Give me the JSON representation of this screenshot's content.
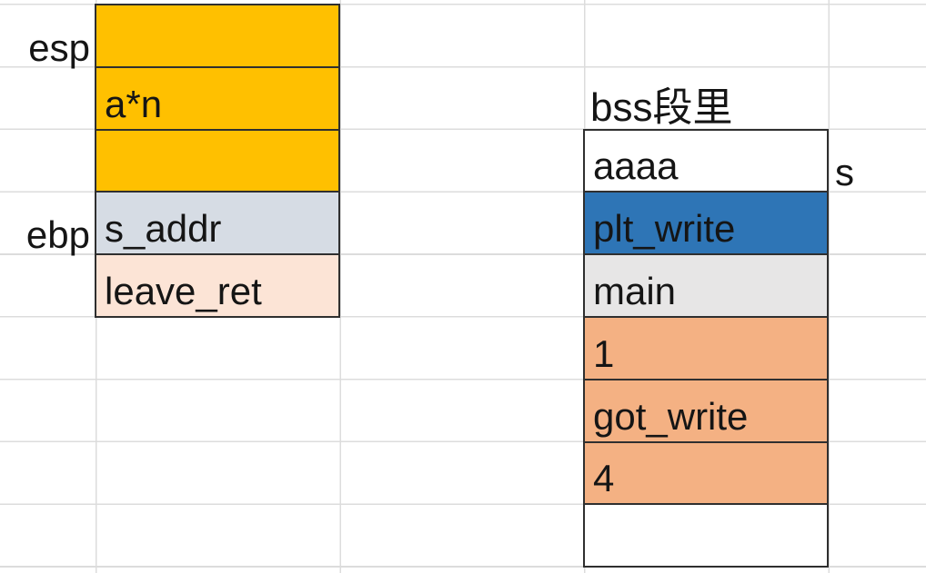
{
  "colors": {
    "gold": "#FFC000",
    "blue_gray": "#D6DCE4",
    "peach": "#FCE4D6",
    "blue": "#2E75B6",
    "light_gray": "#E7E6E6",
    "salmon": "#F4B183",
    "white": "#FFFFFF",
    "gridline": "#DCDCDC",
    "cell_border": "#2F2F2F"
  },
  "left_stack": {
    "register_labels": [
      {
        "text": "esp"
      },
      {
        "text": "ebp"
      }
    ],
    "rows": [
      {
        "text": "",
        "fill": "#FFC000"
      },
      {
        "text": "a*n",
        "fill": "#FFC000"
      },
      {
        "text": "",
        "fill": "#FFC000"
      },
      {
        "text": "s_addr",
        "fill": "#D6DCE4"
      },
      {
        "text": "leave_ret",
        "fill": "#FCE4D6"
      }
    ]
  },
  "right_stack": {
    "heading": "bss段里",
    "side_label": "s",
    "rows": [
      {
        "text": "aaaa",
        "fill": "#FFFFFF"
      },
      {
        "text": "plt_write",
        "fill": "#2E75B6"
      },
      {
        "text": "main",
        "fill": "#E7E6E6"
      },
      {
        "text": "1",
        "fill": "#F4B183"
      },
      {
        "text": "got_write",
        "fill": "#F4B183"
      },
      {
        "text": "4",
        "fill": "#F4B183"
      },
      {
        "text": "",
        "fill": "#FFFFFF"
      }
    ]
  }
}
